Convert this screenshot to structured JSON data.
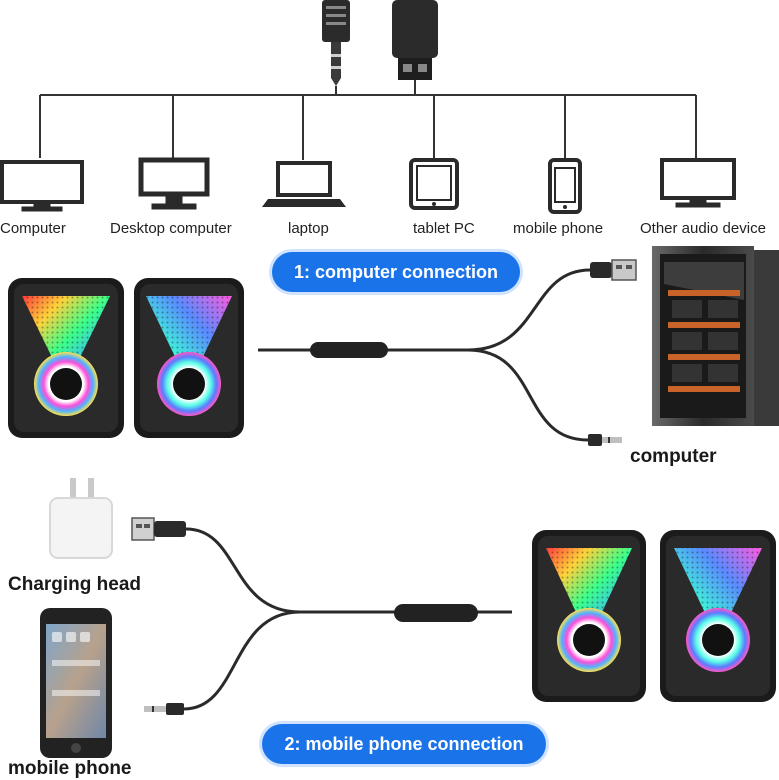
{
  "devices": [
    {
      "label": "Computer",
      "icon": "monitor-icon"
    },
    {
      "label": "Desktop computer",
      "icon": "desktop-icon"
    },
    {
      "label": "laptop",
      "icon": "laptop-icon"
    },
    {
      "label": "tablet PC",
      "icon": "tablet-icon"
    },
    {
      "label": "mobile phone",
      "icon": "phone-icon"
    },
    {
      "label": "Other audio device",
      "icon": "monitor-icon"
    }
  ],
  "section1": {
    "title": "1: computer connection",
    "target_label": "computer"
  },
  "section2": {
    "title": "2: mobile phone connection",
    "charger_label": "Charging head",
    "phone_label": "mobile phone"
  },
  "colors": {
    "pill": "#1a73e8",
    "cable": "#2a2a2a",
    "speaker_body": "#1b1b1b",
    "tower_orange": "#c8642a"
  }
}
